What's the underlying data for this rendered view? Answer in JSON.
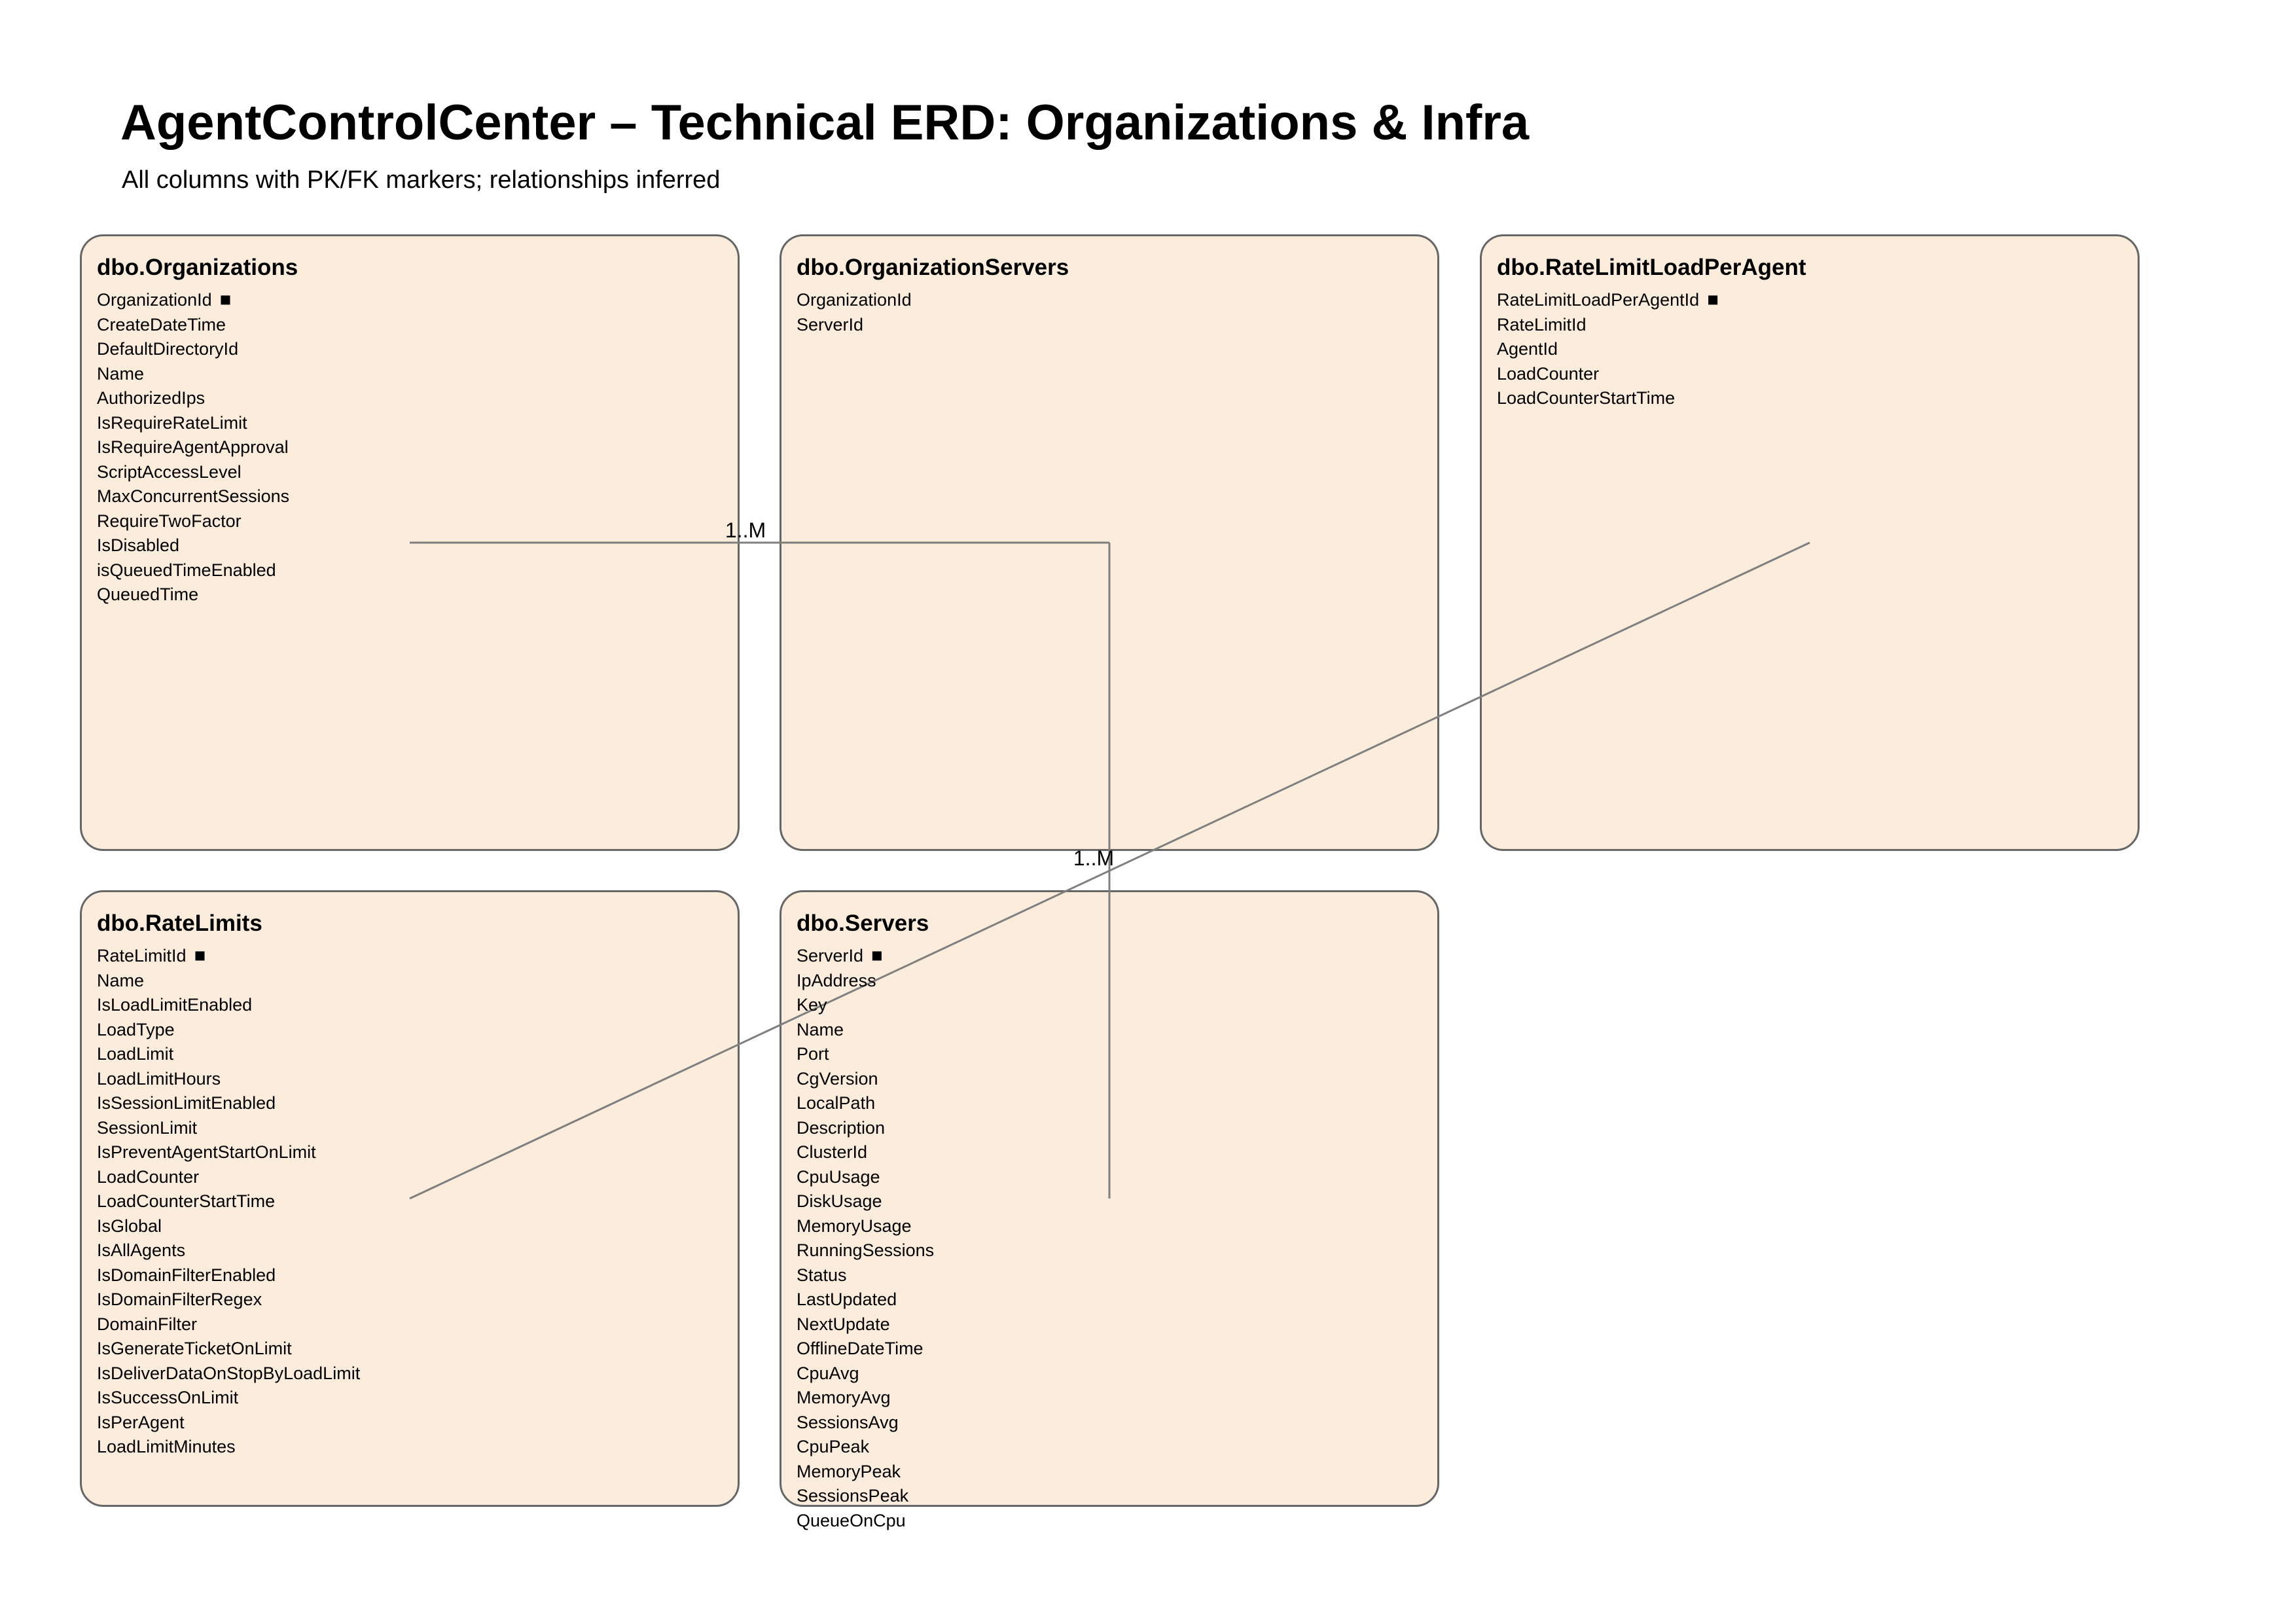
{
  "page": {
    "title": "AgentControlCenter – Technical ERD: Organizations & Infra",
    "subtitle": "All columns with PK/FK markers; relationships inferred"
  },
  "colors": {
    "background": "#ffffff",
    "entity_fill": "#fcecdb",
    "entity_border": "#666666",
    "connector": "#7f7f7f",
    "text": "#000000"
  },
  "pk_marker": "■",
  "entities": [
    {
      "name": "dbo.Organizations",
      "columns": [
        {
          "name": "OrganizationId",
          "pk": true
        },
        {
          "name": "CreateDateTime"
        },
        {
          "name": "DefaultDirectoryId"
        },
        {
          "name": "Name"
        },
        {
          "name": "AuthorizedIps"
        },
        {
          "name": "IsRequireRateLimit"
        },
        {
          "name": "IsRequireAgentApproval"
        },
        {
          "name": "ScriptAccessLevel"
        },
        {
          "name": "MaxConcurrentSessions"
        },
        {
          "name": "RequireTwoFactor"
        },
        {
          "name": "IsDisabled"
        },
        {
          "name": "isQueuedTimeEnabled"
        },
        {
          "name": "QueuedTime"
        }
      ]
    },
    {
      "name": "dbo.OrganizationServers",
      "columns": [
        {
          "name": "OrganizationId"
        },
        {
          "name": "ServerId"
        }
      ]
    },
    {
      "name": "dbo.RateLimitLoadPerAgent",
      "columns": [
        {
          "name": "RateLimitLoadPerAgentId",
          "pk": true
        },
        {
          "name": "RateLimitId"
        },
        {
          "name": "AgentId"
        },
        {
          "name": "LoadCounter"
        },
        {
          "name": "LoadCounterStartTime"
        }
      ]
    },
    {
      "name": "dbo.RateLimits",
      "columns": [
        {
          "name": "RateLimitId",
          "pk": true
        },
        {
          "name": "Name"
        },
        {
          "name": "IsLoadLimitEnabled"
        },
        {
          "name": "LoadType"
        },
        {
          "name": "LoadLimit"
        },
        {
          "name": "LoadLimitHours"
        },
        {
          "name": "IsSessionLimitEnabled"
        },
        {
          "name": "SessionLimit"
        },
        {
          "name": "IsPreventAgentStartOnLimit"
        },
        {
          "name": "LoadCounter"
        },
        {
          "name": "LoadCounterStartTime"
        },
        {
          "name": "IsGlobal"
        },
        {
          "name": "IsAllAgents"
        },
        {
          "name": "IsDomainFilterEnabled"
        },
        {
          "name": "IsDomainFilterRegex"
        },
        {
          "name": "DomainFilter"
        },
        {
          "name": "IsGenerateTicketOnLimit"
        },
        {
          "name": "IsDeliverDataOnStopByLoadLimit"
        },
        {
          "name": "IsSuccessOnLimit"
        },
        {
          "name": "IsPerAgent"
        },
        {
          "name": "LoadLimitMinutes"
        }
      ]
    },
    {
      "name": "dbo.Servers",
      "columns": [
        {
          "name": "ServerId",
          "pk": true
        },
        {
          "name": "IpAddress"
        },
        {
          "name": "Key"
        },
        {
          "name": "Name"
        },
        {
          "name": "Port"
        },
        {
          "name": "CgVersion"
        },
        {
          "name": "LocalPath"
        },
        {
          "name": "Description"
        },
        {
          "name": "ClusterId"
        },
        {
          "name": "CpuUsage"
        },
        {
          "name": "DiskUsage"
        },
        {
          "name": "MemoryUsage"
        },
        {
          "name": "RunningSessions"
        },
        {
          "name": "Status"
        },
        {
          "name": "LastUpdated"
        },
        {
          "name": "NextUpdate"
        },
        {
          "name": "OfflineDateTime"
        },
        {
          "name": "CpuAvg"
        },
        {
          "name": "MemoryAvg"
        },
        {
          "name": "SessionsAvg"
        },
        {
          "name": "CpuPeak"
        },
        {
          "name": "MemoryPeak"
        },
        {
          "name": "SessionsPeak"
        },
        {
          "name": "QueueOnCpu"
        }
      ]
    }
  ],
  "relationships": [
    {
      "cardinality": "1..M"
    },
    {
      "cardinality": "1..M"
    }
  ]
}
